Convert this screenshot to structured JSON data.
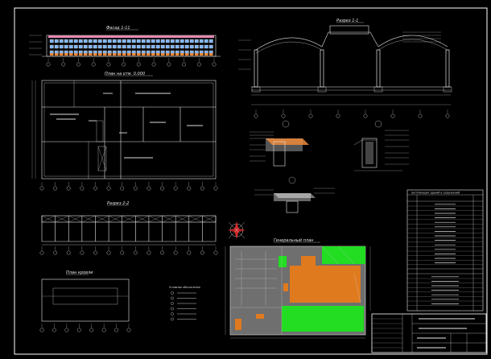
{
  "sheet": {
    "title_blocks": {
      "facade": "Фасад 1-11",
      "plan": "План на отм. 0.000",
      "section_11": "Разрез 1-1",
      "section_22": "Разрез 2-2",
      "roof_plan": "План кровли",
      "master_plan": "Генеральный план",
      "legend": "Условные обозначения"
    },
    "colors": {
      "background": "#000000",
      "frame": "#ffffff",
      "lines": "#e6e6e6",
      "site_green": "#22dd22",
      "site_orange": "#e07a1e",
      "site_gray": "#6f6f6f",
      "roof_blue": "#7fb2f0",
      "roof_pink": "#e48ab0",
      "brick": "#ee8a3b",
      "compass_red": "#d42a2a"
    },
    "tables": {
      "spec_title": "Экспликация зданий и сооружений"
    },
    "stamp": {
      "rows": [
        "",
        "",
        "",
        ""
      ],
      "title_line1": "",
      "title_line2": ""
    }
  }
}
